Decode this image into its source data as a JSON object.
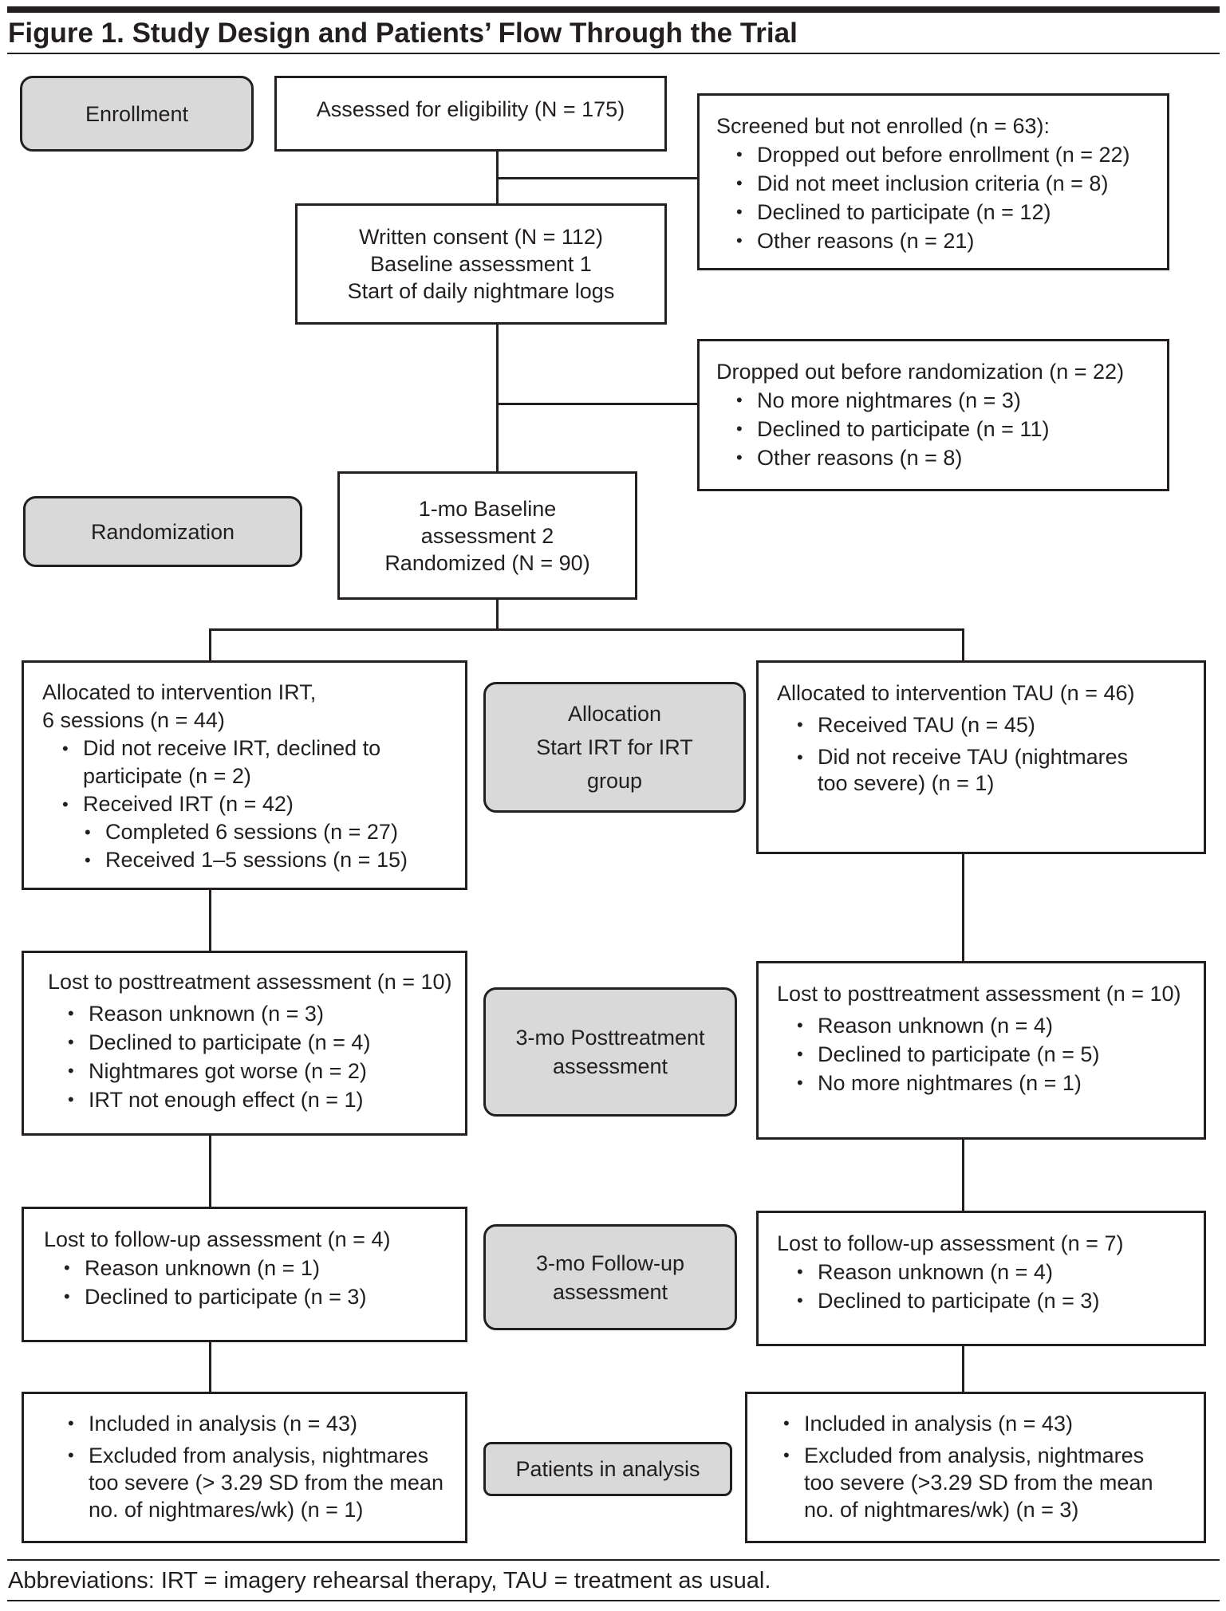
{
  "figure": {
    "title": "Figure 1. Study Design and Patients’ Flow Through the Trial",
    "abbreviations": "Abbreviations: IRT = imagery rehearsal therapy, TAU = treatment as usual."
  },
  "stages": {
    "enrollment": "Enrollment",
    "randomization": "Randomization",
    "allocation_1": "Allocation",
    "allocation_2": "Start IRT for IRT",
    "allocation_3": "group",
    "posttreatment_1": "3-mo Posttreatment",
    "posttreatment_2": "assessment",
    "followup_1": "3-mo Follow-up",
    "followup_2": "assessment",
    "analysis": "Patients in analysis"
  },
  "assessed": "Assessed for eligibility (N = 175)",
  "screened": {
    "title": "Screened but not enrolled (n = 63):",
    "items": [
      "Dropped out before enrollment (n = 22)",
      "Did not meet inclusion criteria (n = 8)",
      "Declined to participate (n = 12)",
      "Other reasons (n = 21)"
    ]
  },
  "consent": {
    "line1": "Written consent (N = 112)",
    "line2": "Baseline assessment 1",
    "line3": "Start of daily nightmare logs"
  },
  "dropped_randomization": {
    "title": "Dropped out before randomization (n = 22)",
    "items": [
      "No more nightmares (n = 3)",
      "Declined to participate (n = 11)",
      "Other reasons (n = 8)"
    ]
  },
  "randomized": {
    "line1": "1-mo Baseline",
    "line2": "assessment 2",
    "line3": "Randomized (N = 90)"
  },
  "irt_alloc": {
    "title1": "Allocated to intervention IRT,",
    "title2": "6 sessions (n = 44)",
    "item1": "Did not receive IRT, declined to participate (n = 2)",
    "item2": "Received IRT (n = 42)",
    "sub1": "Completed 6 sessions (n = 27)",
    "sub2": "Received 1–5 sessions (n = 15)"
  },
  "tau_alloc": {
    "title": "Allocated to intervention TAU (n = 46)",
    "item1": "Received TAU (n = 45)",
    "item2": "Did not receive TAU (nightmares too severe) (n = 1)"
  },
  "irt_post": {
    "title": "Lost to posttreatment assessment (n = 10)",
    "items": [
      "Reason unknown (n = 3)",
      "Declined to participate (n = 4)",
      "Nightmares got worse (n = 2)",
      "IRT not enough effect (n = 1)"
    ]
  },
  "tau_post": {
    "title": "Lost to posttreatment assessment (n = 10)",
    "items": [
      "Reason unknown (n = 4)",
      "Declined to participate (n = 5)",
      "No more nightmares (n = 1)"
    ]
  },
  "irt_follow": {
    "title": "Lost to follow-up assessment (n = 4)",
    "items": [
      "Reason unknown (n = 1)",
      "Declined to participate (n = 3)"
    ]
  },
  "tau_follow": {
    "title": "Lost to follow-up assessment (n = 7)",
    "items": [
      "Reason unknown (n = 4)",
      "Declined to participate (n = 3)"
    ]
  },
  "irt_analysis": {
    "item1": "Included in analysis (n = 43)",
    "item2": "Excluded from analysis, nightmares too severe (> 3.29 SD from the mean no. of nightmares/wk) (n = 1)"
  },
  "tau_analysis": {
    "item1": "Included in analysis (n = 43)",
    "item2": "Excluded from analysis, nightmares too severe (>3.29 SD from the mean no. of nightmares/wk) (n = 3)"
  }
}
